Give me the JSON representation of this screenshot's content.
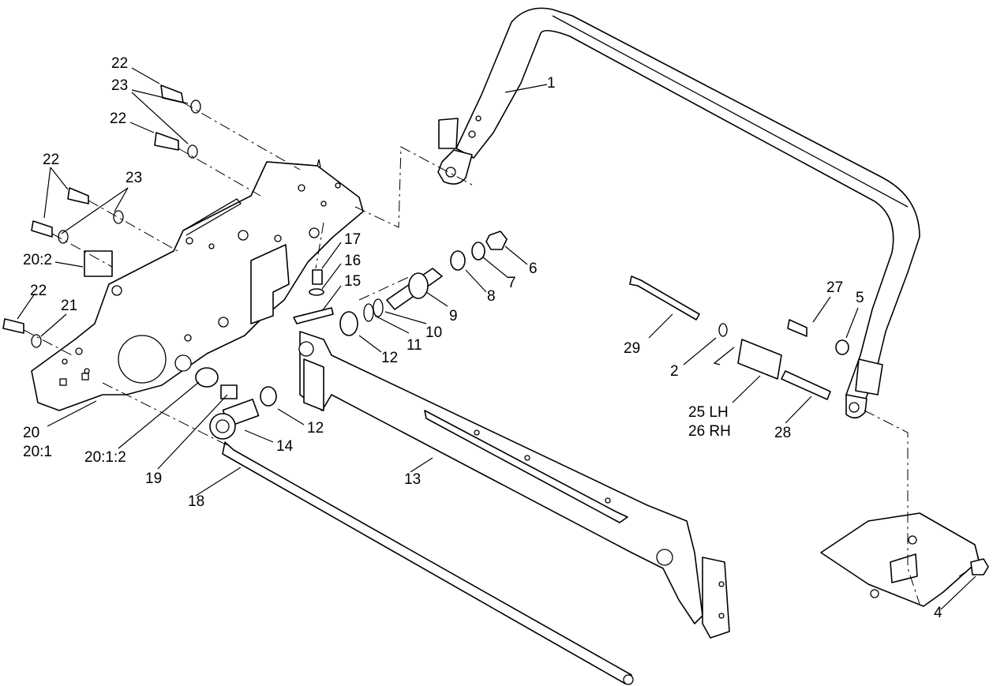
{
  "callouts": [
    {
      "id": "c1",
      "text": "1"
    },
    {
      "id": "c2",
      "text": "2"
    },
    {
      "id": "c4",
      "text": "4"
    },
    {
      "id": "c5",
      "text": "5"
    },
    {
      "id": "c6",
      "text": "6"
    },
    {
      "id": "c7",
      "text": "7"
    },
    {
      "id": "c8",
      "text": "8"
    },
    {
      "id": "c9",
      "text": "9"
    },
    {
      "id": "c10",
      "text": "10"
    },
    {
      "id": "c11",
      "text": "11"
    },
    {
      "id": "c12a",
      "text": "12"
    },
    {
      "id": "c12b",
      "text": "12"
    },
    {
      "id": "c13",
      "text": "13"
    },
    {
      "id": "c14",
      "text": "14"
    },
    {
      "id": "c15",
      "text": "15"
    },
    {
      "id": "c16",
      "text": "16"
    },
    {
      "id": "c17",
      "text": "17"
    },
    {
      "id": "c18",
      "text": "18"
    },
    {
      "id": "c19",
      "text": "19"
    },
    {
      "id": "c20",
      "text": "20"
    },
    {
      "id": "c20_1",
      "text": "20:1"
    },
    {
      "id": "c20_1_2",
      "text": "20:1:2"
    },
    {
      "id": "c20_2",
      "text": "20:2"
    },
    {
      "id": "c21",
      "text": "21"
    },
    {
      "id": "c22a",
      "text": "22"
    },
    {
      "id": "c22b",
      "text": "22"
    },
    {
      "id": "c22c",
      "text": "22"
    },
    {
      "id": "c22d",
      "text": "22"
    },
    {
      "id": "c23a",
      "text": "23"
    },
    {
      "id": "c23b",
      "text": "23"
    },
    {
      "id": "c25",
      "text": "25 LH"
    },
    {
      "id": "c26",
      "text": "26 RH"
    },
    {
      "id": "c27",
      "text": "27"
    },
    {
      "id": "c28",
      "text": "28"
    },
    {
      "id": "c29",
      "text": "29"
    }
  ]
}
